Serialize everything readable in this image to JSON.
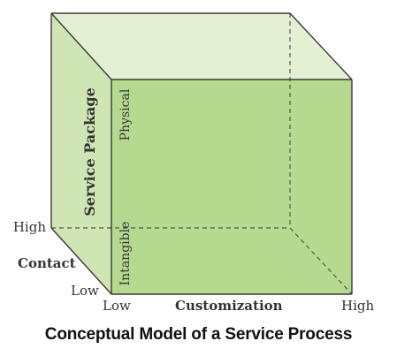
{
  "diagram": {
    "axes": {
      "customization": {
        "label": "Customization",
        "low": "Low",
        "high": "High"
      },
      "contact": {
        "label": "Contact",
        "low": "Low",
        "high": "High"
      },
      "service_package": {
        "label": "Service Package",
        "low": "Intangible",
        "high": "Physical"
      }
    },
    "colors": {
      "front_face": "#b5d98f",
      "side_face": "#cfe6b4",
      "top_face": "#e3f0d3",
      "edge": "#3a3a3a",
      "hidden_edge": "#555555"
    }
  },
  "caption": "Conceptual Model of a Service Process"
}
